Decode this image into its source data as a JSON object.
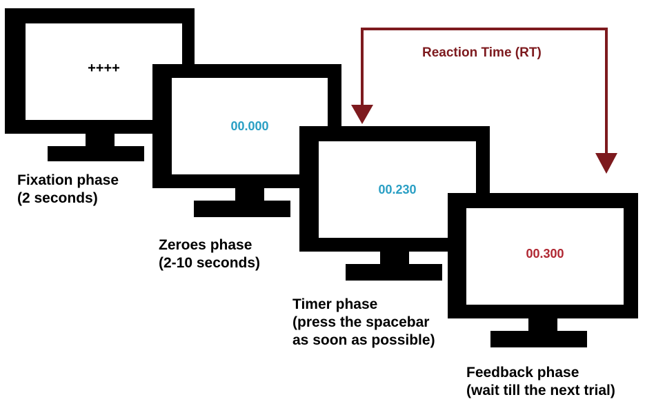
{
  "colors": {
    "frame": "#000000",
    "zeroes_readout": "#2a9fc4",
    "timer_readout": "#2a9fc4",
    "feedback_readout": "#b02732",
    "rt_arrow": "#7d1a1e"
  },
  "rt_label": "Reaction Time (RT)",
  "phases": {
    "fixation": {
      "screen": "++++",
      "line1": "Fixation phase",
      "line2": "(2 seconds)"
    },
    "zeroes": {
      "screen": "00.000",
      "line1": "Zeroes phase",
      "line2": "(2-10 seconds)"
    },
    "timer": {
      "screen": "00.230",
      "line1": "Timer phase",
      "line2": "(press the spacebar",
      "line3": "as soon as possible)"
    },
    "feedback": {
      "screen": "00.300",
      "line1": "Feedback phase",
      "line2": "(wait till the next trial)"
    }
  }
}
